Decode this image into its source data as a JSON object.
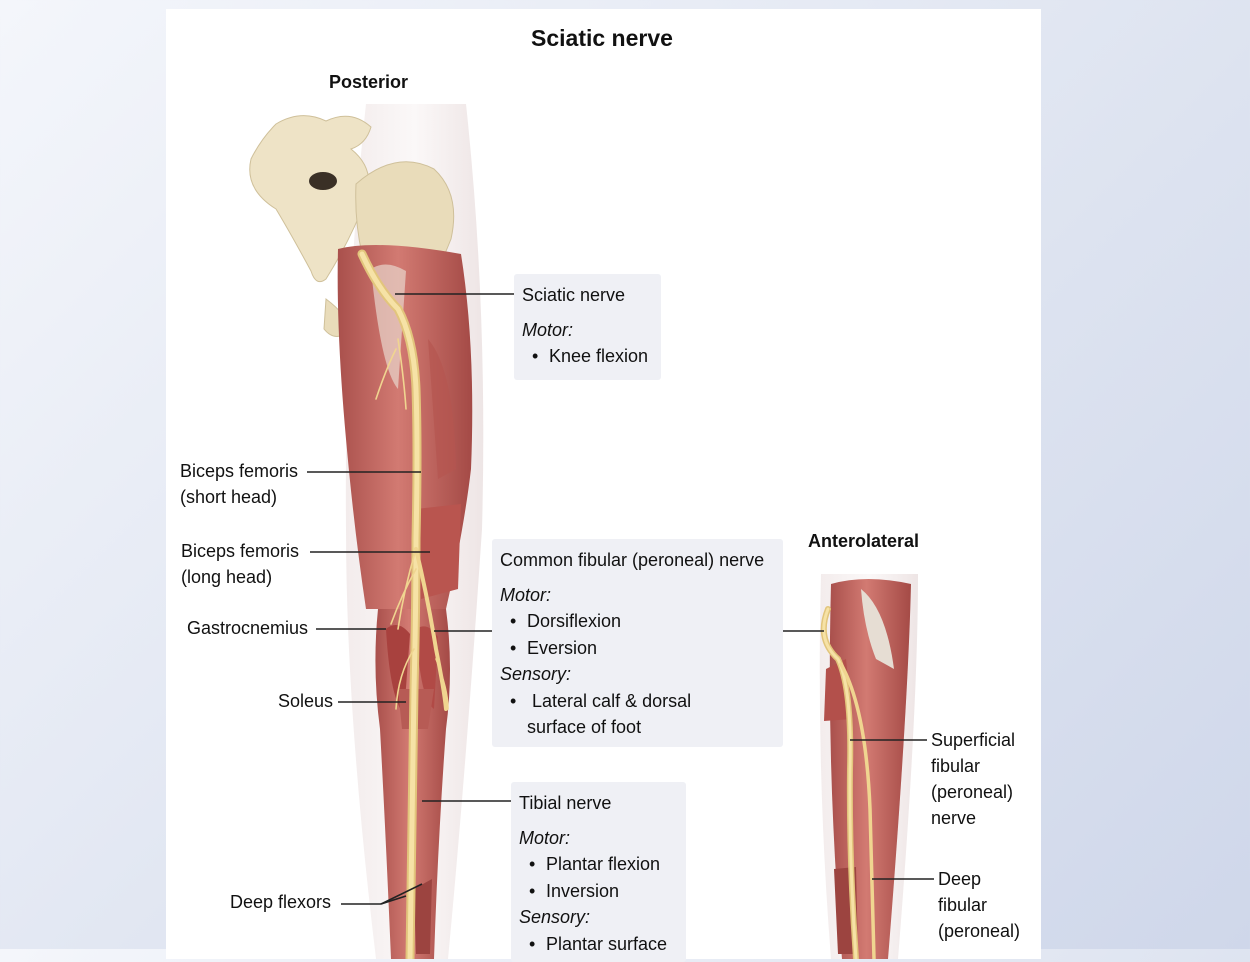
{
  "title": "Sciatic nerve",
  "views": {
    "posterior": "Posterior",
    "anterolateral": "Anterolateral"
  },
  "labels": {
    "biceps_short": [
      "Biceps femoris",
      "(short head)"
    ],
    "biceps_long": [
      "Biceps femoris",
      "(long head)"
    ],
    "gastrocnemius": "Gastrocnemius",
    "soleus": "Soleus",
    "deep_flexors": "Deep flexors",
    "superficial_fibular": [
      "Superficial",
      "fibular",
      "(peroneal)",
      "nerve"
    ],
    "deep_fibular": [
      "Deep",
      "fibular",
      "(peroneal)"
    ]
  },
  "boxes": {
    "sciatic": {
      "name": "Sciatic nerve",
      "motor_label": "Motor:",
      "motor": [
        "Knee flexion"
      ]
    },
    "common_fibular": {
      "name": "Common fibular (peroneal) nerve",
      "motor_label": "Motor:",
      "motor": [
        "Dorsiflexion",
        "Eversion"
      ],
      "sensory_label": "Sensory:",
      "sensory": [
        "Lateral calf & dorsal",
        "surface of foot"
      ]
    },
    "tibial": {
      "name": "Tibial nerve",
      "motor_label": "Motor:",
      "motor": [
        "Plantar flexion",
        "Inversion"
      ],
      "sensory_label": "Sensory:",
      "sensory": [
        "Plantar surface"
      ]
    }
  },
  "colors": {
    "muscle": "#c0605c",
    "muscle_dark": "#9c4440",
    "nerve": "#f0d590",
    "bone": "#eee3c6",
    "box_bg": "#eff0f5",
    "leader": "#222222"
  }
}
